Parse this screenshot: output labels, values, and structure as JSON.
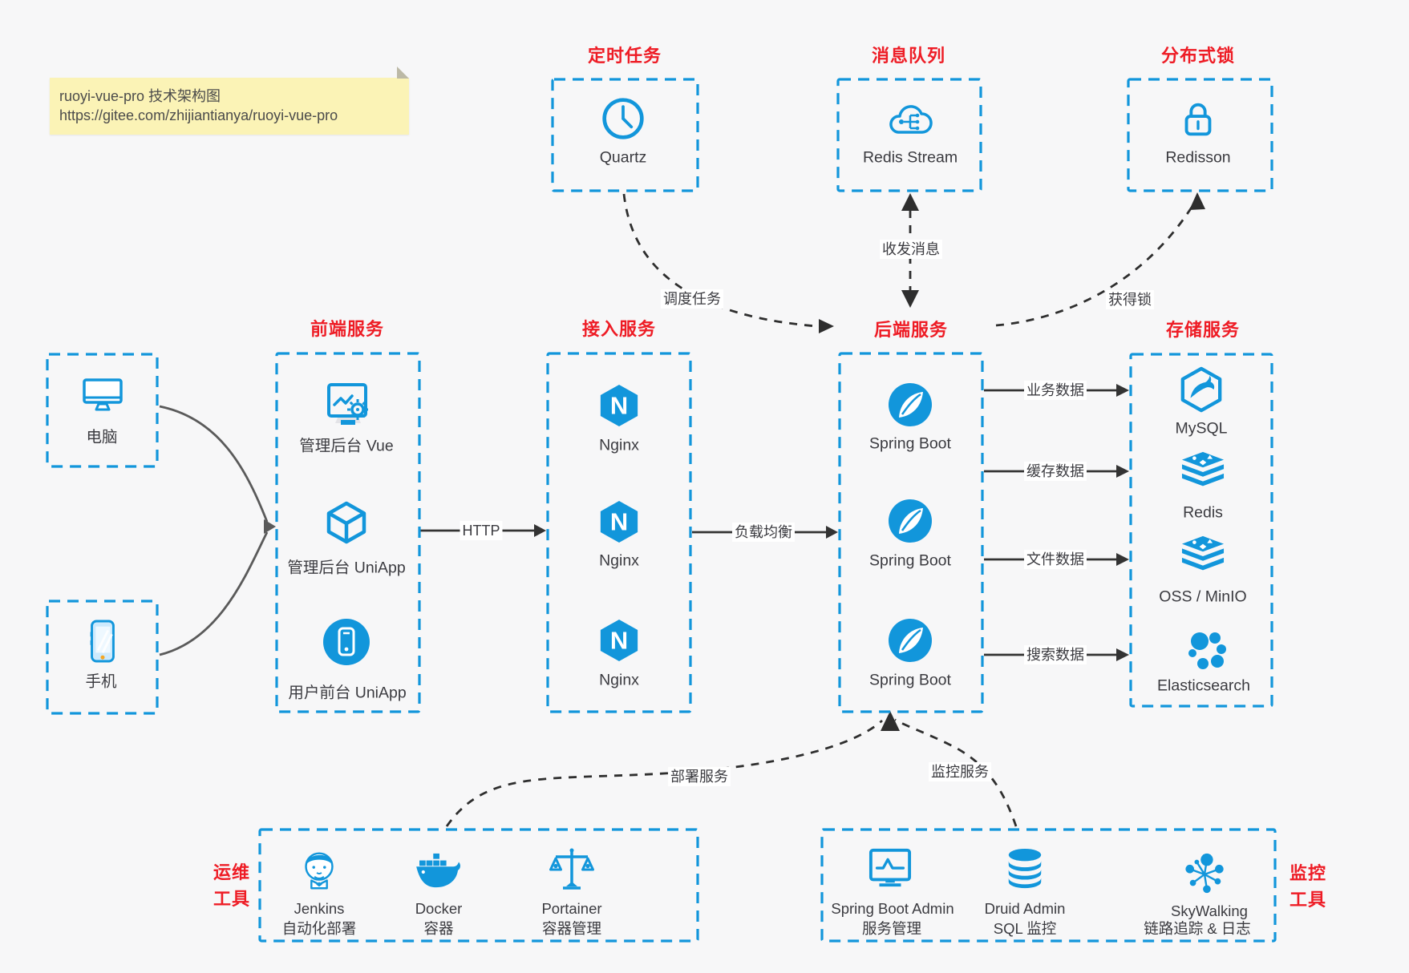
{
  "colors": {
    "accent": "#1296db",
    "red": "#ee1c25",
    "ink": "#3b3b40",
    "line": "#333333",
    "curve": "#2e2e2e",
    "gray": "#5a5a5a",
    "noteBg": "#fbf3b6"
  },
  "note": {
    "line1": "ruoyi-vue-pro 技术架构图",
    "line2": "https://gitee.com/zhijiantianya/ruoyi-vue-pro"
  },
  "clients": {
    "pc": {
      "label": "电脑"
    },
    "phone": {
      "label": "手机"
    }
  },
  "top": {
    "scheduler": {
      "title": "定时任务",
      "item": "Quartz"
    },
    "queue": {
      "title": "消息队列",
      "item": "Redis Stream"
    },
    "lock": {
      "title": "分布式锁",
      "item": "Redisson"
    }
  },
  "columns": {
    "frontend": {
      "title": "前端服务",
      "items": [
        "管理后台 Vue",
        "管理后台 UniApp",
        "用户前台 UniApp"
      ]
    },
    "gateway": {
      "title": "接入服务",
      "items": [
        "Nginx",
        "Nginx",
        "Nginx"
      ]
    },
    "backend": {
      "title": "后端服务",
      "items": [
        "Spring Boot",
        "Spring Boot",
        "Spring Boot"
      ]
    },
    "storage": {
      "title": "存储服务",
      "items": [
        "MySQL",
        "Redis",
        "OSS / MinIO",
        "Elasticsearch"
      ]
    }
  },
  "tools": {
    "ops": {
      "title1": "运维",
      "title2": "工具",
      "items": [
        {
          "name": "Jenkins",
          "desc": "自动化部署"
        },
        {
          "name": "Docker",
          "desc": "容器"
        },
        {
          "name": "Portainer",
          "desc": "容器管理"
        }
      ]
    },
    "monitoring": {
      "title1": "监控",
      "title2": "工具",
      "items": [
        {
          "name": "Spring Boot Admin",
          "desc": "服务管理"
        },
        {
          "name": "Druid Admin",
          "desc": "SQL 监控"
        },
        {
          "name": "SkyWalking",
          "desc": "链路追踪 & 日志"
        }
      ]
    }
  },
  "edges": {
    "http": "HTTP",
    "load_balance": "负载均衡",
    "business": "业务数据",
    "cache": "缓存数据",
    "file": "文件数据",
    "search": "搜索数据",
    "schedule": "调度任务",
    "message": "收发消息",
    "lock": "获得锁",
    "deploy": "部署服务",
    "monitor": "监控服务"
  }
}
